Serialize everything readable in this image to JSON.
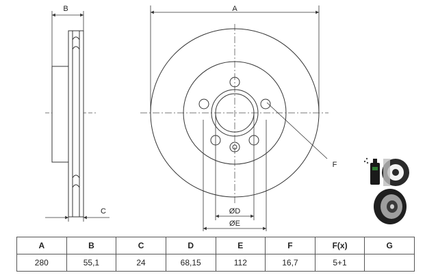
{
  "labels": {
    "a": "A",
    "b": "B",
    "c": "C",
    "d": "ØD",
    "e": "ØE",
    "f": "F"
  },
  "table": {
    "headers": [
      "A",
      "B",
      "C",
      "D",
      "E",
      "F",
      "F(x)",
      "G"
    ],
    "values": [
      "280",
      "55,1",
      "24",
      "68,15",
      "112",
      "16,7",
      "5+1",
      ""
    ]
  },
  "icons": [
    "spray-can-icon",
    "disc-with-hub-icon",
    "disc-3d-icon"
  ]
}
